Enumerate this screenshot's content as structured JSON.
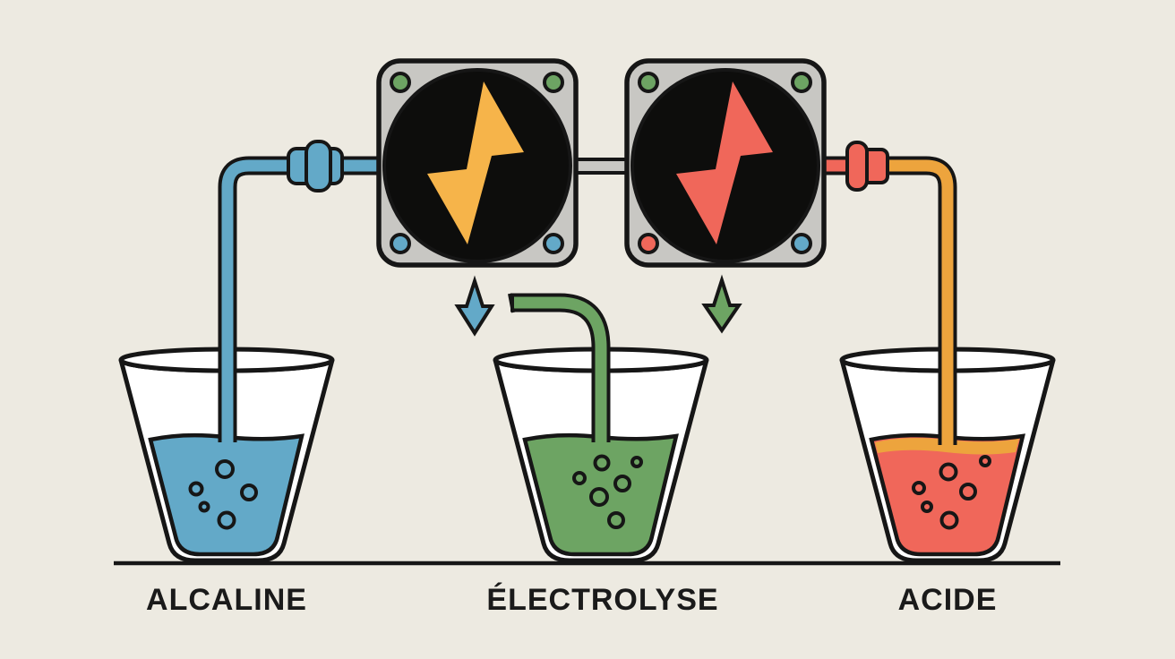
{
  "scene": {
    "background": "#EDEAE1",
    "outline_color": "#161616",
    "baseline_color": "#161616"
  },
  "colors": {
    "blue": "#63A9C8",
    "green": "#6DA463",
    "coral": "#F0675A",
    "amber": "#F6B44A",
    "orange": "#EDA43D",
    "device_gray": "#C8C7C3",
    "device_face_black": "#0D0D0C",
    "glass_white": "#FFFFFF",
    "label_text": "#1A1A1A"
  },
  "devices": [
    {
      "name": "left power module",
      "bolt_color": "#F6B44A",
      "corner_dots": [
        "green",
        "green",
        "blue",
        "blue"
      ]
    },
    {
      "name": "right power module",
      "bolt_color": "#F0675A",
      "corner_dots": [
        "green",
        "green",
        "coral",
        "blue"
      ]
    }
  ],
  "flow_arrows": [
    {
      "direction": "down",
      "color": "#63A9C8"
    },
    {
      "direction": "down",
      "color": "#6DA463"
    }
  ],
  "beakers": [
    {
      "label": "ALCALINE",
      "liquid_color": "#63A9C8",
      "tube_color": "#63A9C8",
      "bubble_count": 5
    },
    {
      "label": "ÉLECTROLYSE",
      "liquid_color": "#6DA463",
      "tube_color": "#6DA463",
      "bubble_count": 6
    },
    {
      "label": "ACIDE",
      "liquid_color": "#F0675A",
      "tube_color": "#EDA43D",
      "surface_band_color": "#EDA43D",
      "bubble_count": 6
    }
  ]
}
